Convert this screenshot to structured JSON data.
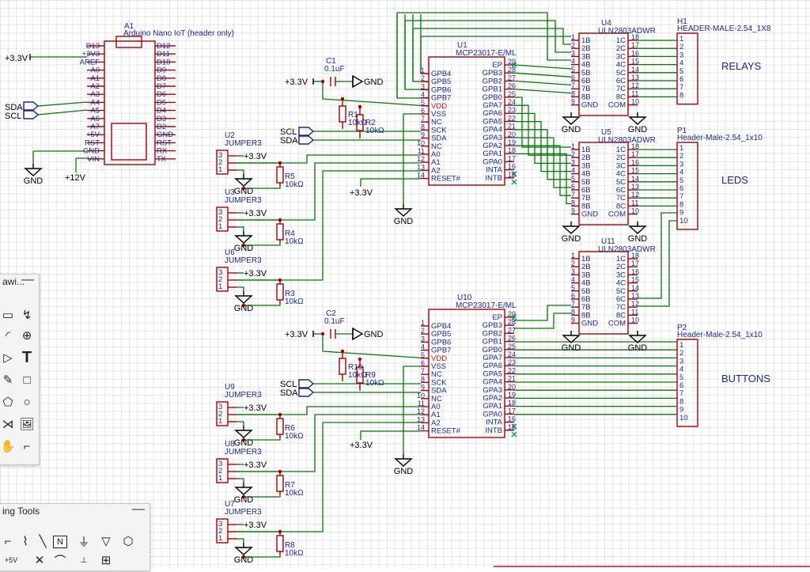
{
  "nets": {
    "v33": "+3.3V",
    "gnd": "GND",
    "v12": "+12V",
    "sda": "SDA",
    "scl": "SCL"
  },
  "arduino": {
    "ref": "A1",
    "value": "Arduino Nano IoT (header only)",
    "left_pins": [
      "D13",
      "+3V3",
      "AREF",
      "A0",
      "A1",
      "A2",
      "A3",
      "A4",
      "A5",
      "A6",
      "A7",
      "+5V",
      "RST",
      "GND",
      "VIN"
    ],
    "right_pins": [
      "D12",
      "D11",
      "D10",
      "D9",
      "D8",
      "D7",
      "D6",
      "D5",
      "D4",
      "D3",
      "D2",
      "GND",
      "RST",
      "RX",
      "TX"
    ]
  },
  "mcp": {
    "value": "MCP23017-E/ML",
    "u1": "U1",
    "u10": "U10",
    "left_u1": [
      "GPB4",
      "GPB5",
      "GPB6",
      "GPB7",
      "VDD",
      "VSS",
      "NC",
      "SCK",
      "SDA",
      "NC",
      "A0",
      "A1",
      "A2",
      "RESET#"
    ],
    "left_u10": [
      "GPB4",
      "GPB5",
      "GPB6",
      "GPB7",
      "VDD",
      "VSS",
      "NC",
      "SCK",
      "SDA",
      "NC",
      "A0",
      "A1",
      "A2",
      "RESET#"
    ],
    "left_nums": [
      "1",
      "2",
      "3",
      "4",
      "5",
      "6",
      "7",
      "8",
      "9",
      "10",
      "11",
      "12",
      "13",
      "14"
    ],
    "right": [
      "EP",
      "GPB3",
      "GPB2",
      "GPB1",
      "GPB0",
      "GPA7",
      "GPA6",
      "GPA5",
      "GPA4",
      "GPA3",
      "GPA2",
      "GPA1",
      "GPA0",
      "INTA",
      "INTB"
    ],
    "right_nums": [
      "29",
      "28",
      "27",
      "26",
      "25",
      "24",
      "23",
      "22",
      "21",
      "20",
      "19",
      "18",
      "17",
      "16",
      "15"
    ]
  },
  "uln": {
    "value": "ULN2803ADWR",
    "u4": "U4",
    "u5": "U5",
    "u11": "U11",
    "left": [
      "1B",
      "2B",
      "3B",
      "4B",
      "5B",
      "6B",
      "7B",
      "8B",
      "GND"
    ],
    "left_nums": [
      "1",
      "2",
      "3",
      "4",
      "5",
      "6",
      "7",
      "8",
      "9"
    ],
    "right": [
      "1C",
      "2C",
      "3C",
      "4C",
      "5C",
      "6C",
      "7C",
      "8C",
      "COM"
    ],
    "right_nums": [
      "18",
      "17",
      "16",
      "15",
      "14",
      "13",
      "12",
      "11",
      "10"
    ]
  },
  "headers": {
    "h1_ref": "H1",
    "h1_value": "HEADER-MALE-2.54_1X8",
    "p1_ref": "P1",
    "p1_value": "Header-Male-2.54_1x10",
    "p2_ref": "P2",
    "p2_value": "Header-Male-2.54_1x10",
    "pins8": [
      "1",
      "2",
      "3",
      "4",
      "5",
      "6",
      "7",
      "8"
    ],
    "pins10": [
      "1",
      "2",
      "3",
      "4",
      "5",
      "6",
      "7",
      "8",
      "9",
      "10"
    ]
  },
  "caps": {
    "c1": "C1",
    "c2": "C2",
    "value": "0.1uF"
  },
  "resistors": {
    "r1": "R1",
    "r2": "R2",
    "r9": "R9",
    "r10": "R10",
    "r3": "R3",
    "r4": "R4",
    "r5": "R5",
    "r6": "R6",
    "r7": "R7",
    "r8": "R8",
    "value": "10kΩ"
  },
  "jumpers": {
    "u2": "U2",
    "u3": "U3",
    "u6": "U6",
    "u7": "U7",
    "u8": "U8",
    "u9": "U9",
    "value": "JUMPER3",
    "pins": [
      "3",
      "2",
      "1"
    ]
  },
  "section_labels": {
    "relays": "RELAYS",
    "leds": "LEDS",
    "buttons": "BUTTONS"
  },
  "panels": {
    "drawing_title": "awi...",
    "drawing_tools_title": "ing Tools"
  },
  "colors": {
    "wire": "#007a00",
    "component": "#a80000",
    "text": "#1b2a8a",
    "pin_red": "#c0161b",
    "nc_mark": "#00a060"
  }
}
